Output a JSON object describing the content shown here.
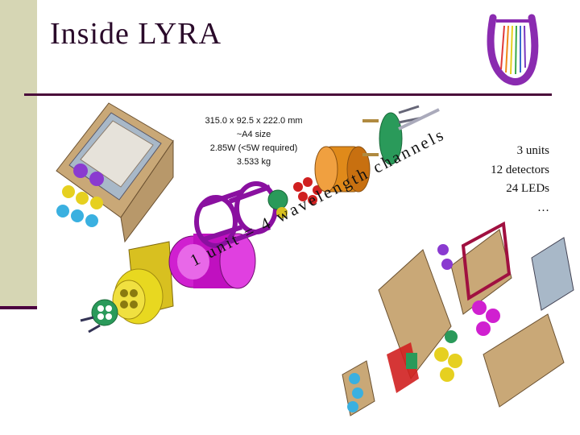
{
  "slide": {
    "title": "Inside LYRA",
    "specs": [
      "315.0 x 92.5 x 222.0 mm",
      "~A4 size",
      "2.85W (<5W required)",
      "3.533 kg"
    ],
    "units_list": [
      "3 units",
      "12 detectors",
      "24 LEDs",
      "…"
    ],
    "diagonal_label": "1 unit = 4 wavelength channels"
  },
  "colors": {
    "accent": "#4a0a3a",
    "sidebar": "#d6d6b4",
    "logo_purple": "#8a2bb0"
  },
  "icons": {
    "logo": "lyra-harp-logo"
  }
}
